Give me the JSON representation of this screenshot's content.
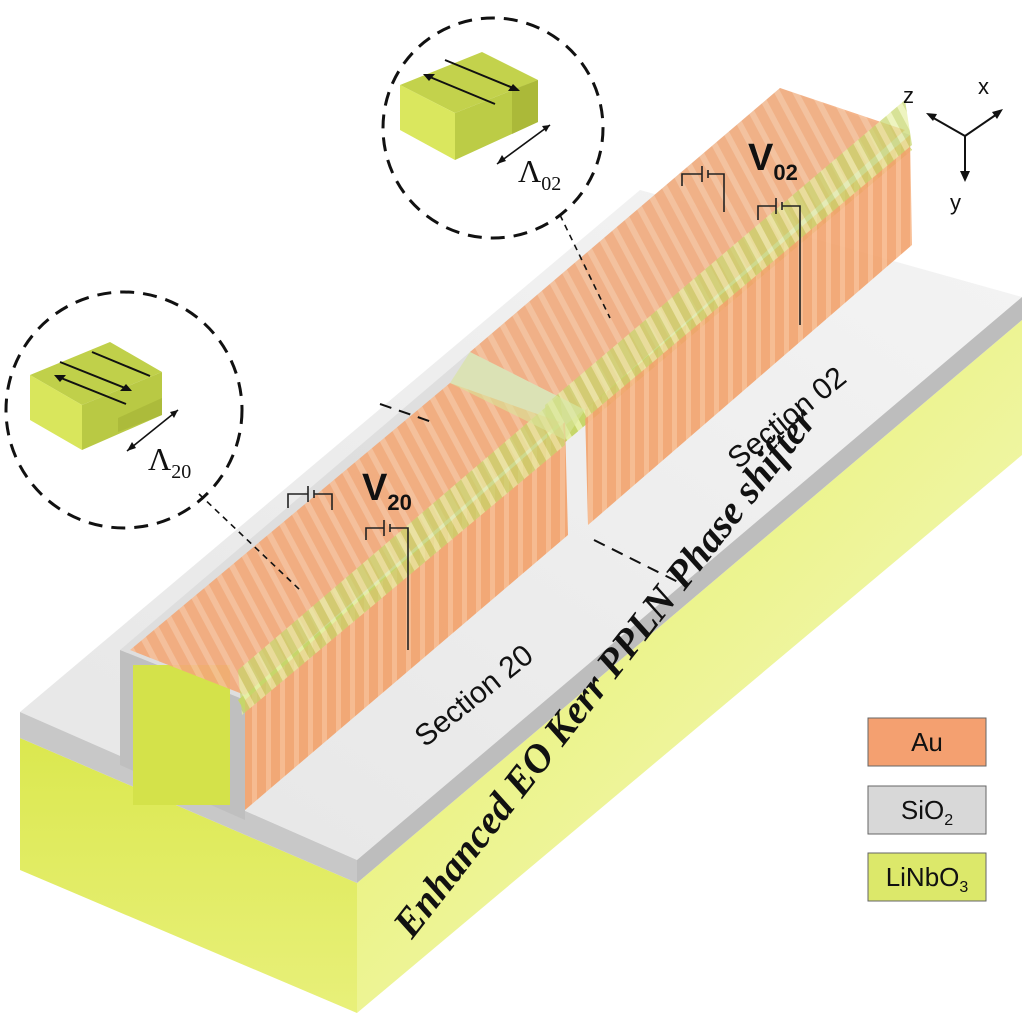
{
  "title": "Enhanced EO Kerr PPLN Phase shifter",
  "sections": {
    "s20": {
      "label": "Section 20",
      "voltage": "V",
      "voltage_sub": "20",
      "period": "Λ",
      "period_sub": "20"
    },
    "s02": {
      "label": "Section 02",
      "voltage": "V",
      "voltage_sub": "02",
      "period": "Λ",
      "period_sub": "02"
    }
  },
  "axes": {
    "x": "x",
    "y": "y",
    "z": "z"
  },
  "legend": [
    {
      "label": "Au",
      "sub": "",
      "tail": "",
      "color": "#f4a070"
    },
    {
      "label": "SiO",
      "sub": "2",
      "tail": "",
      "color": "#d8d8d8"
    },
    {
      "label": "LiNbO",
      "sub": "3",
      "tail": "",
      "color": "#dce86a"
    }
  ],
  "colors": {
    "gold": "#f4a070",
    "silica": "#d4d4d4",
    "lithium_niobate": "#d7e66b",
    "domain_dark": "#b8c74a"
  }
}
